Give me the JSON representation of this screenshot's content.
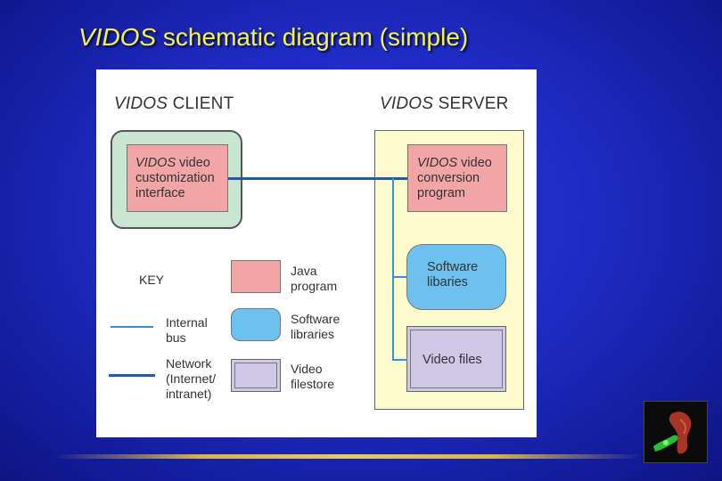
{
  "title": {
    "italic": "VIDOS",
    "rest": " schematic diagram  (simple)"
  },
  "diagram": {
    "client_header": {
      "italic": "VIDOS",
      "rest": " CLIENT"
    },
    "server_header": {
      "italic": "VIDOS",
      "rest": " SERVER"
    },
    "client_box": {
      "italic": "VIDOS",
      "line1_rest": " video",
      "line2": "customization",
      "line3": "interface"
    },
    "server_java_box": {
      "italic": "VIDOS",
      "line1_rest": " video",
      "line2": "conversion",
      "line3": "program"
    },
    "software_box": {
      "line1": "Software",
      "line2": "libaries"
    },
    "video_files_box": {
      "label": "Video files"
    },
    "key": {
      "title": "KEY",
      "internal_bus": {
        "line1": "Internal",
        "line2": "bus"
      },
      "network": {
        "line1": "Network",
        "line2": "(Internet/",
        "line3": "intranet)"
      },
      "java": {
        "line1": "Java",
        "line2": "program"
      },
      "software": {
        "line1": "Software",
        "line2": "libraries"
      },
      "video": {
        "line1": "Video",
        "line2": "filestore"
      }
    }
  },
  "colors": {
    "background": "#1e2cc4",
    "title": "#f5f34a",
    "java_box": "#f2a5a5",
    "software_box": "#6cc1ef",
    "video_box": "#cfc8e6",
    "client_frame": "#c8e6d2",
    "server_frame": "#fdfbce",
    "network_line": "#1e5aa6",
    "bus_line": "#3a8fd6"
  },
  "icons": {
    "corner_image": "green-red-fluorescent-cell-thumbnail"
  }
}
